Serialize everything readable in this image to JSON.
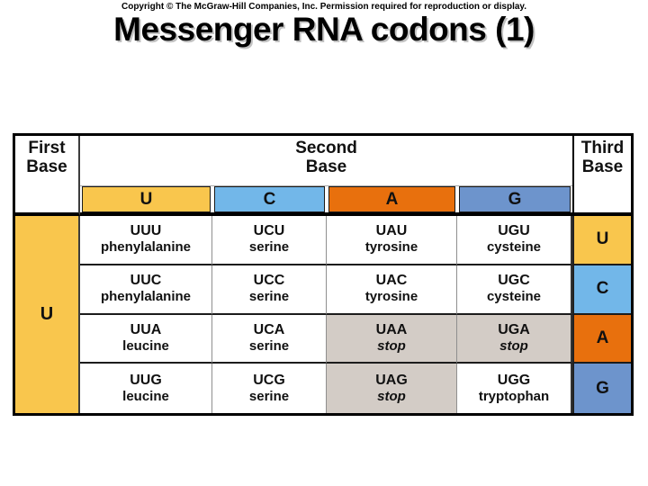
{
  "slide": {
    "copyright": "Copyright © The McGraw-Hill Companies, Inc. Permission required for reproduction or display.",
    "title": "Messenger RNA codons (1)"
  },
  "colors": {
    "base_u_yellow": "#F9C64D",
    "base_c_light_blue": "#72B7E9",
    "base_a_orange": "#E8700D",
    "base_g_blue": "#6D94CC",
    "stop_cell_gray": "#D3CCC6",
    "border_black": "#000000"
  },
  "table": {
    "headers": {
      "first": "First\nBase",
      "second": "Second\nBase",
      "third": "Third\nBase"
    },
    "second_base_letters": [
      "U",
      "C",
      "A",
      "G"
    ],
    "first_base_letter": "U",
    "rows": [
      {
        "third": "U",
        "cells": [
          {
            "codon": "UUU",
            "amino": "phenylalanine",
            "stop": false
          },
          {
            "codon": "UCU",
            "amino": "serine",
            "stop": false
          },
          {
            "codon": "UAU",
            "amino": "tyrosine",
            "stop": false
          },
          {
            "codon": "UGU",
            "amino": "cysteine",
            "stop": false
          }
        ]
      },
      {
        "third": "C",
        "cells": [
          {
            "codon": "UUC",
            "amino": "phenylalanine",
            "stop": false
          },
          {
            "codon": "UCC",
            "amino": "serine",
            "stop": false
          },
          {
            "codon": "UAC",
            "amino": "tyrosine",
            "stop": false
          },
          {
            "codon": "UGC",
            "amino": "cysteine",
            "stop": false
          }
        ]
      },
      {
        "third": "A",
        "cells": [
          {
            "codon": "UUA",
            "amino": "leucine",
            "stop": false
          },
          {
            "codon": "UCA",
            "amino": "serine",
            "stop": false
          },
          {
            "codon": "UAA",
            "amino": "stop",
            "stop": true
          },
          {
            "codon": "UGA",
            "amino": "stop",
            "stop": true
          }
        ]
      },
      {
        "third": "G",
        "cells": [
          {
            "codon": "UUG",
            "amino": "leucine",
            "stop": false
          },
          {
            "codon": "UCG",
            "amino": "serine",
            "stop": false
          },
          {
            "codon": "UAG",
            "amino": "stop",
            "stop": true
          },
          {
            "codon": "UGG",
            "amino": "tryptophan",
            "stop": false
          }
        ]
      }
    ]
  }
}
